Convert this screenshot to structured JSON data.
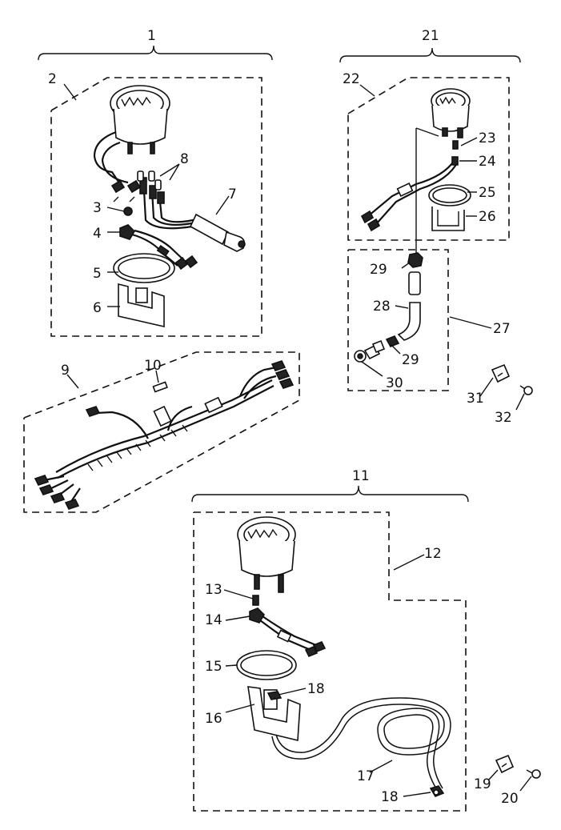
{
  "labels": {
    "l1": "1",
    "l2": "2",
    "l3": "3",
    "l4": "4",
    "l5": "5",
    "l6": "6",
    "l7": "7",
    "l8": "8",
    "l9": "9",
    "l10": "10",
    "l11": "11",
    "l12": "12",
    "l13": "13",
    "l14": "14",
    "l15": "15",
    "l16": "16",
    "l17": "17",
    "l18a": "18",
    "l18b": "18",
    "l19": "19",
    "l20": "20",
    "l21": "21",
    "l22": "22",
    "l23": "23",
    "l24": "24",
    "l25": "25",
    "l26": "26",
    "l27": "27",
    "l28": "28",
    "l29a": "29",
    "l29b": "29",
    "l30": "30",
    "l31": "31",
    "l32": "32"
  }
}
